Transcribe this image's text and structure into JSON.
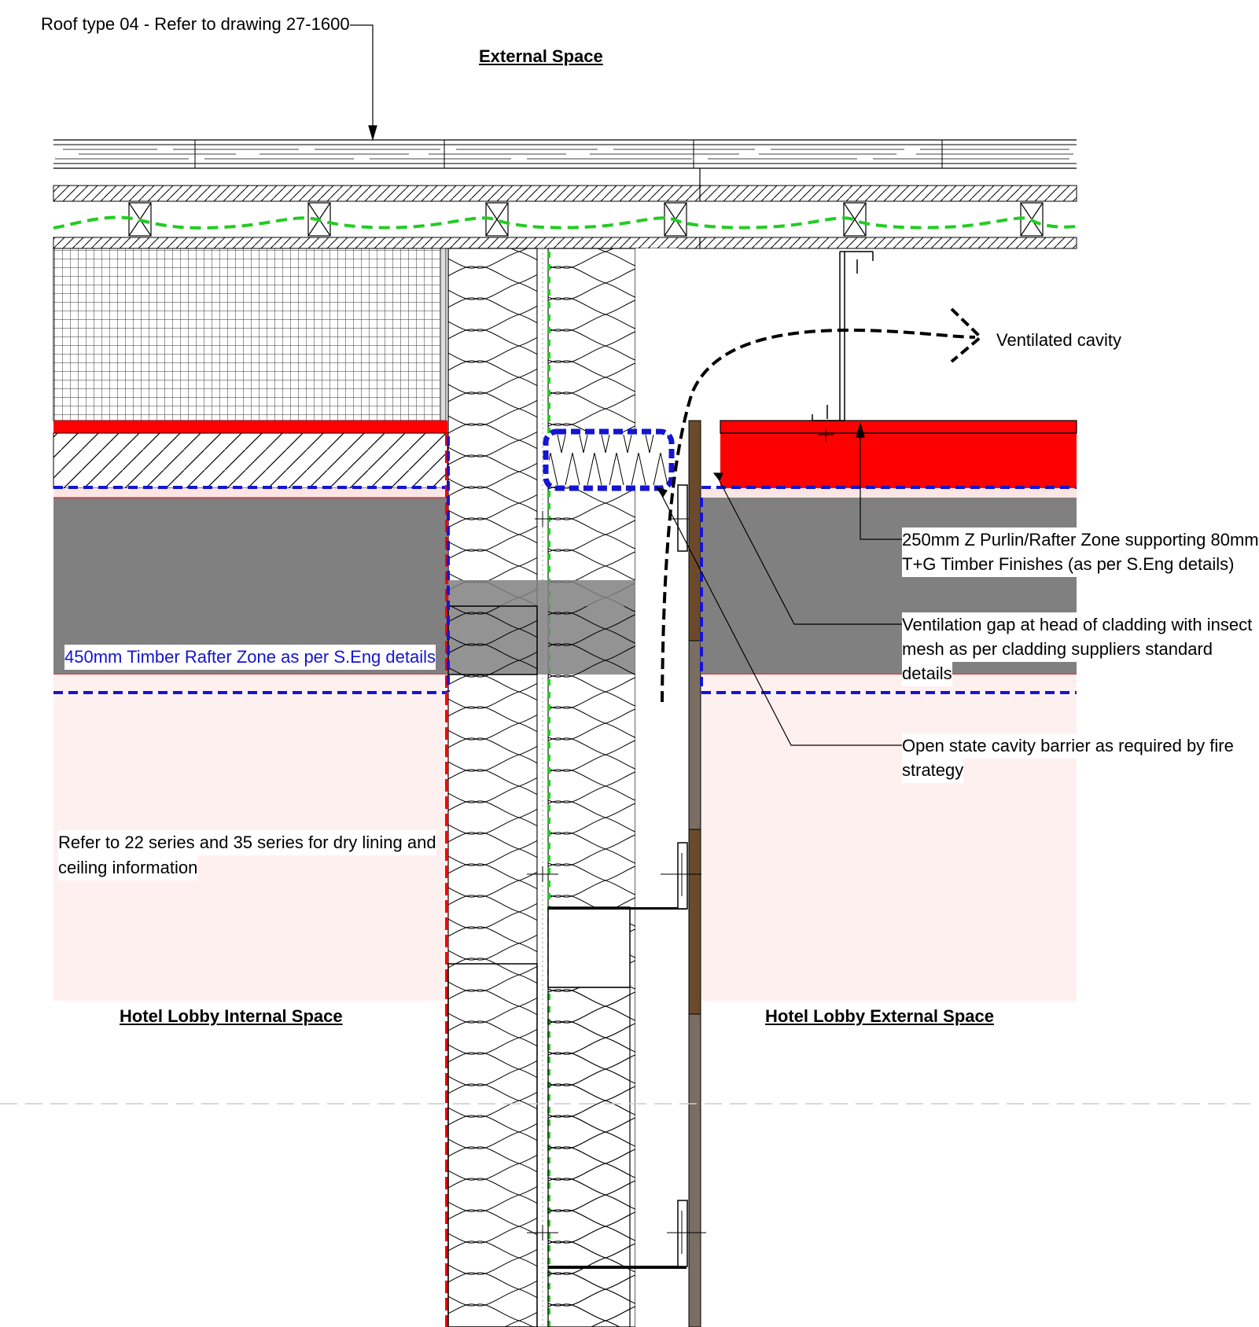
{
  "labels": {
    "roof_type": "Roof type 04 - Refer to drawing 27-1600",
    "external_space": "External Space",
    "ventilated_cavity": "Ventilated cavity",
    "purlin_line1": "250mm Z Purlin/Rafter Zone supporting 80mm",
    "purlin_line2": "T+G Timber Finishes (as per S.Eng details)",
    "ventgap_line1": "Ventilation gap at head of cladding with insect",
    "ventgap_line2": "mesh as per cladding suppliers standard",
    "ventgap_line3": "details",
    "barrier_line1": "Open state cavity barrier as required by fire",
    "barrier_line2": "strategy",
    "rafter_zone": "450mm Timber Rafter Zone as per S.Eng details",
    "drylining_line1": "Refer to 22 series and 35 series for dry lining and",
    "drylining_line2": "ceiling information",
    "internal_space": "Hotel Lobby Internal Space",
    "external_lobby": "Hotel Lobby External Space"
  },
  "colors": {
    "fire_red": "#ff0000",
    "rafter_grey": "#808080",
    "ceiling_pink": "#fff0f0",
    "cladding_brown": "#6b4a2b",
    "cladding_grey": "#7a6e63",
    "membrane_green": "#22cc22",
    "zone_blue": "#1414d2"
  },
  "icons": {
    "airflow": "dashed-arrow-icon",
    "leader": "leader-arrow-icon"
  }
}
